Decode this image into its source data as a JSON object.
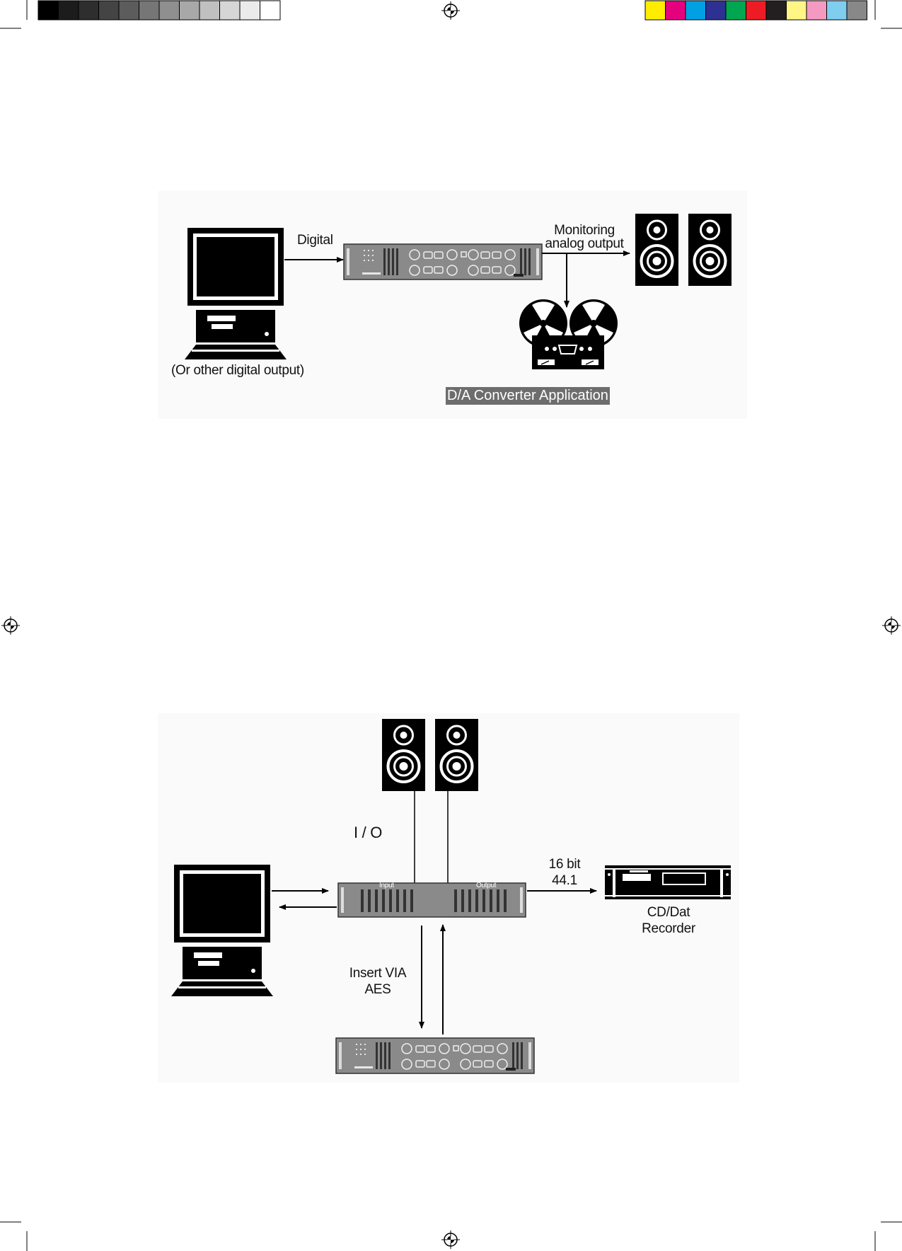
{
  "print_marks": {
    "gray_swatches": [
      "#000000",
      "#1c1c1c",
      "#2e2e2e",
      "#444444",
      "#5c5c5c",
      "#767676",
      "#8f8f8f",
      "#a8a8a8",
      "#c0c0c0",
      "#d6d6d6",
      "#ebebeb",
      "#ffffff"
    ],
    "color_swatches": [
      "#ffed00",
      "#e5007e",
      "#00a0e3",
      "#2e3192",
      "#00a650",
      "#ed1c24",
      "#231f20",
      "#fff685",
      "#f49ac1",
      "#7fcdef",
      "#888888"
    ]
  },
  "diagram1": {
    "label_digital": "Digital",
    "label_monitoring_line1": "Monitoring",
    "label_monitoring_line2": "analog output",
    "label_other_output": "(Or other digital output)",
    "caption": "D/A Converter Application"
  },
  "diagram2": {
    "label_io": "I / O",
    "label_bit_line1": "16 bit",
    "label_bit_line2": "44.1",
    "label_recorder_line1": "CD/Dat",
    "label_recorder_line2": "Recorder",
    "label_insert_line1": "Insert VIA",
    "label_insert_line2": "AES",
    "label_input": "Input",
    "label_output": "Output"
  }
}
